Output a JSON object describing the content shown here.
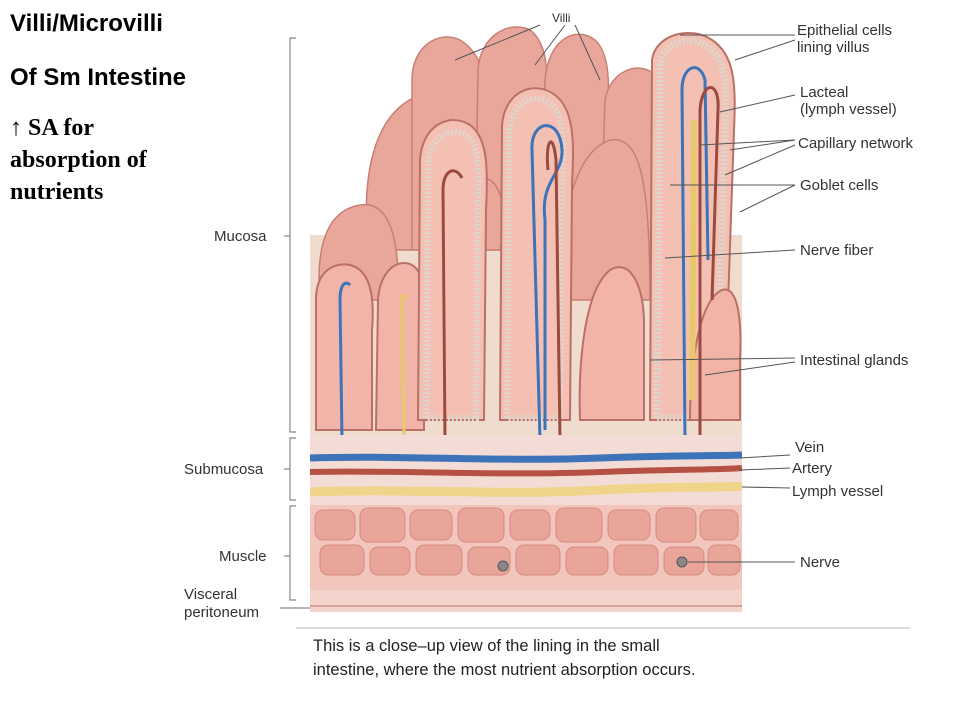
{
  "slide": {
    "title_line1": "Villi/Microvilli",
    "title_line2": "Of Sm Intestine",
    "bullet_line1": "↑ SA for",
    "bullet_line2": "absorption of",
    "bullet_line3": "nutrients"
  },
  "diagram": {
    "layers": {
      "mucosa": "Mucosa",
      "submucosa": "Submucosa",
      "muscle": "Muscle",
      "visceral_1": "Visceral",
      "visceral_2": "peritoneum"
    },
    "labels": {
      "villi": "Villi",
      "epithelial_1": "Epithelial cells",
      "epithelial_2": "lining villus",
      "lacteal_1": "Lacteal",
      "lacteal_2": "(lymph vessel)",
      "capillary": "Capillary network",
      "goblet": "Goblet cells",
      "nerve_fiber": "Nerve fiber",
      "glands": "Intestinal glands",
      "vein": "Vein",
      "artery": "Artery",
      "lymph": "Lymph vessel",
      "nerve": "Nerve"
    },
    "caption_line1": "This is a close–up view of the lining in the small",
    "caption_line2": "intestine, where the most nutrient absorption occurs."
  }
}
